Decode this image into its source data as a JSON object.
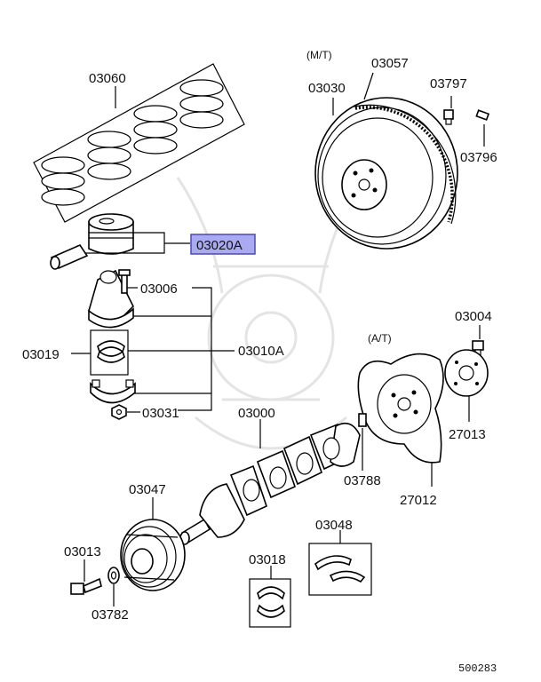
{
  "labels": {
    "mt": "(M/T)",
    "at": "(A/T)",
    "p03060": "03060",
    "p03057": "03057",
    "p03030": "03030",
    "p03797": "03797",
    "p03796": "03796",
    "p03020a": "03020A",
    "p03006": "03006",
    "p03019": "03019",
    "p03010a": "03010A",
    "p03031": "03031",
    "p03000": "03000",
    "p03004": "03004",
    "p27013": "27013",
    "p03788": "03788",
    "p27012": "27012",
    "p03047": "03047",
    "p03048": "03048",
    "p03013": "03013",
    "p03018": "03018",
    "p03782": "03782",
    "diagram_code": "500283"
  },
  "colors": {
    "highlight_fill": "#aaaaf0",
    "highlight_border": "#4a4ab0",
    "line": "#000000",
    "watermark": "#e4e4e4"
  }
}
